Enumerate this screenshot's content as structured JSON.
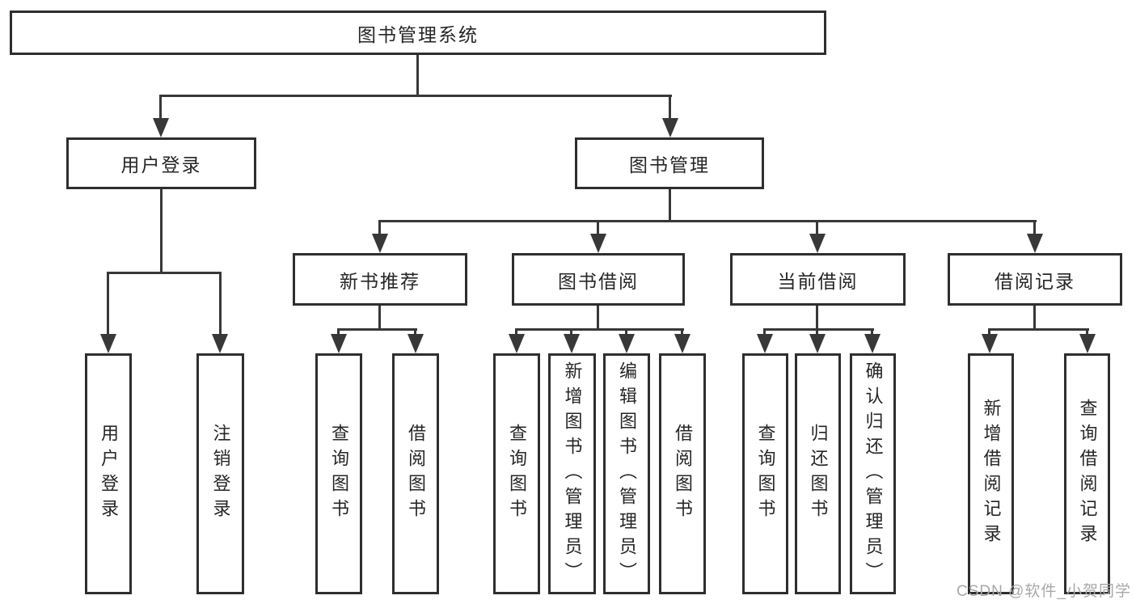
{
  "diagram_type": "hierarchy-tree",
  "tree": {
    "label": "图书管理系统",
    "children": [
      {
        "label": "用户登录",
        "children": [
          {
            "label": "用户登录"
          },
          {
            "label": "注销登录"
          }
        ]
      },
      {
        "label": "图书管理",
        "children": [
          {
            "label": "新书推荐",
            "children": [
              {
                "label": "查询图书"
              },
              {
                "label": "借阅图书"
              }
            ]
          },
          {
            "label": "图书借阅",
            "children": [
              {
                "label": "查询图书"
              },
              {
                "label": "新增图书（管理员）"
              },
              {
                "label": "编辑图书（管理员）"
              },
              {
                "label": "借阅图书"
              }
            ]
          },
          {
            "label": "当前借阅",
            "children": [
              {
                "label": "查询图书"
              },
              {
                "label": "归还图书"
              },
              {
                "label": "确认归还（管理员）"
              }
            ]
          },
          {
            "label": "借阅记录",
            "children": [
              {
                "label": "新增借阅记录"
              },
              {
                "label": "查询借阅记录"
              }
            ]
          }
        ]
      }
    ]
  },
  "watermark": {
    "text": "CSDN @软件_小贺同学"
  },
  "colors": {
    "line": "#383838",
    "border": "#2e2e2e",
    "text": "#262626",
    "watermark": "#a8a8a8",
    "background": "#ffffff"
  }
}
